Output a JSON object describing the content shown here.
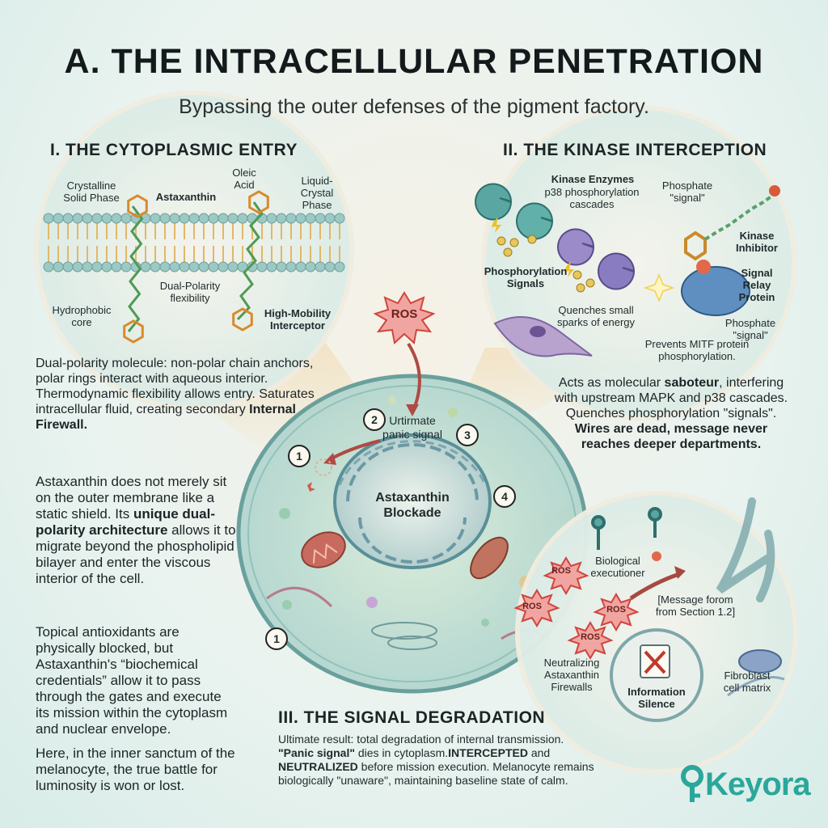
{
  "header": {
    "title": "A. THE INTRACELLULAR PENETRATION",
    "subtitle": "Bypassing the outer defenses of the pigment factory."
  },
  "section1": {
    "title": "I. THE CYTOPLASMIC ENTRY",
    "labels": {
      "crystalline": "Crystalline Solid Phase",
      "astaxanthin": "Astaxanthin",
      "oleic": "Oleic Acid",
      "liquid_crystal": "Liquid-Crystal Phase",
      "dual_polarity": "Dual-Polarity flexibility",
      "hydrophobic": "Hydrophobic core",
      "high_mobility": "High-Mobility Interceptor"
    },
    "description": {
      "p1": "Dual-polarity molecule: non-polar chain anchors, polar rings interact with aqueous interior. Thermodynamic flexibility allows entry. Saturates intracellular fluid, creating secondary ",
      "p1_bold": "Internal Firewall."
    }
  },
  "section2": {
    "title": "II. THE KINASE INTERCEPTION",
    "labels": {
      "kinase_enzymes": "Kinase Enzymes",
      "p38": "p38 phosphorylation cascades",
      "phosphate_top": "Phosphate \"signal\"",
      "kinase_inhibitor": "Kinase Inhibitor",
      "signal_relay": "Signal Relay Protein",
      "phospho_signals": "Phosphorylation Signals",
      "quenches": "Quenches small sparks of energy",
      "prevents": "Prevents MITF protein phosphorylation.",
      "phosphate_bottom": "Phosphate \"signal\""
    },
    "description": {
      "l1_pre": "Acts as molecular ",
      "l1_bold": "saboteur",
      "l1_post": ", interfering",
      "l2": "with upstream MAPK and p38 cascades.",
      "l3": "Quenches phosphorylation \"signals\".",
      "l4": "Wires are dead, message never",
      "l5": "reaches deeper departments."
    }
  },
  "center_cell": {
    "ros": "ROS",
    "panic": "Urtirmate panic signal",
    "blockade": "Astaxanthin Blockade",
    "markers": [
      "1",
      "2",
      "3",
      "4",
      "1"
    ]
  },
  "left_text": {
    "p1_a": "Astaxanthin does not merely sit on the outer membrane like a static shield. Its ",
    "p1_bold": "unique dual-polarity architecture",
    "p1_b": " allows it to migrate beyond the phospholipid bilayer and enter the viscous interior of the cell.",
    "p2": "Topical antioxidants are physically blocked, but Astaxanthin's “biochemical credentials” allow it to pass through the gates and execute its mission within the cytoplasm and nuclear envelope.",
    "p3": "Here, in the inner sanctum of the melanocyte, the true battle for luminosity is won or lost."
  },
  "section3": {
    "title": "III. THE SIGNAL DEGRADATION",
    "labels": {
      "ros": "ROS",
      "bio_exec": "Biological executioner",
      "message": "[Message forom from Section 1.2]",
      "neutralizing": "Neutralizing Astaxanthin Firewalls",
      "info_silence": "Information Silence",
      "fibroblast": "Fibroblast cell matrix"
    },
    "description": {
      "l1": "Ultimate result: total degradation of internal transmission.",
      "l2_bold1": "\"Panic signal\"",
      "l2_mid": " dies in cytoplasm.",
      "l2_bold2": "INTERCEPTED",
      "l2_post": " and",
      "l3_bold": "NEUTRALIZED",
      "l3_post": " before mission execution. Melanocyte remains",
      "l4": "biologically \"unaware\", maintaining baseline state of calm."
    }
  },
  "brand": {
    "logo": "Keyora"
  },
  "colors": {
    "accent": "#2aa79a",
    "ros": "#e2524f",
    "membrane_head": "#9cc9c4",
    "carotenoid": "#d98a2b"
  }
}
